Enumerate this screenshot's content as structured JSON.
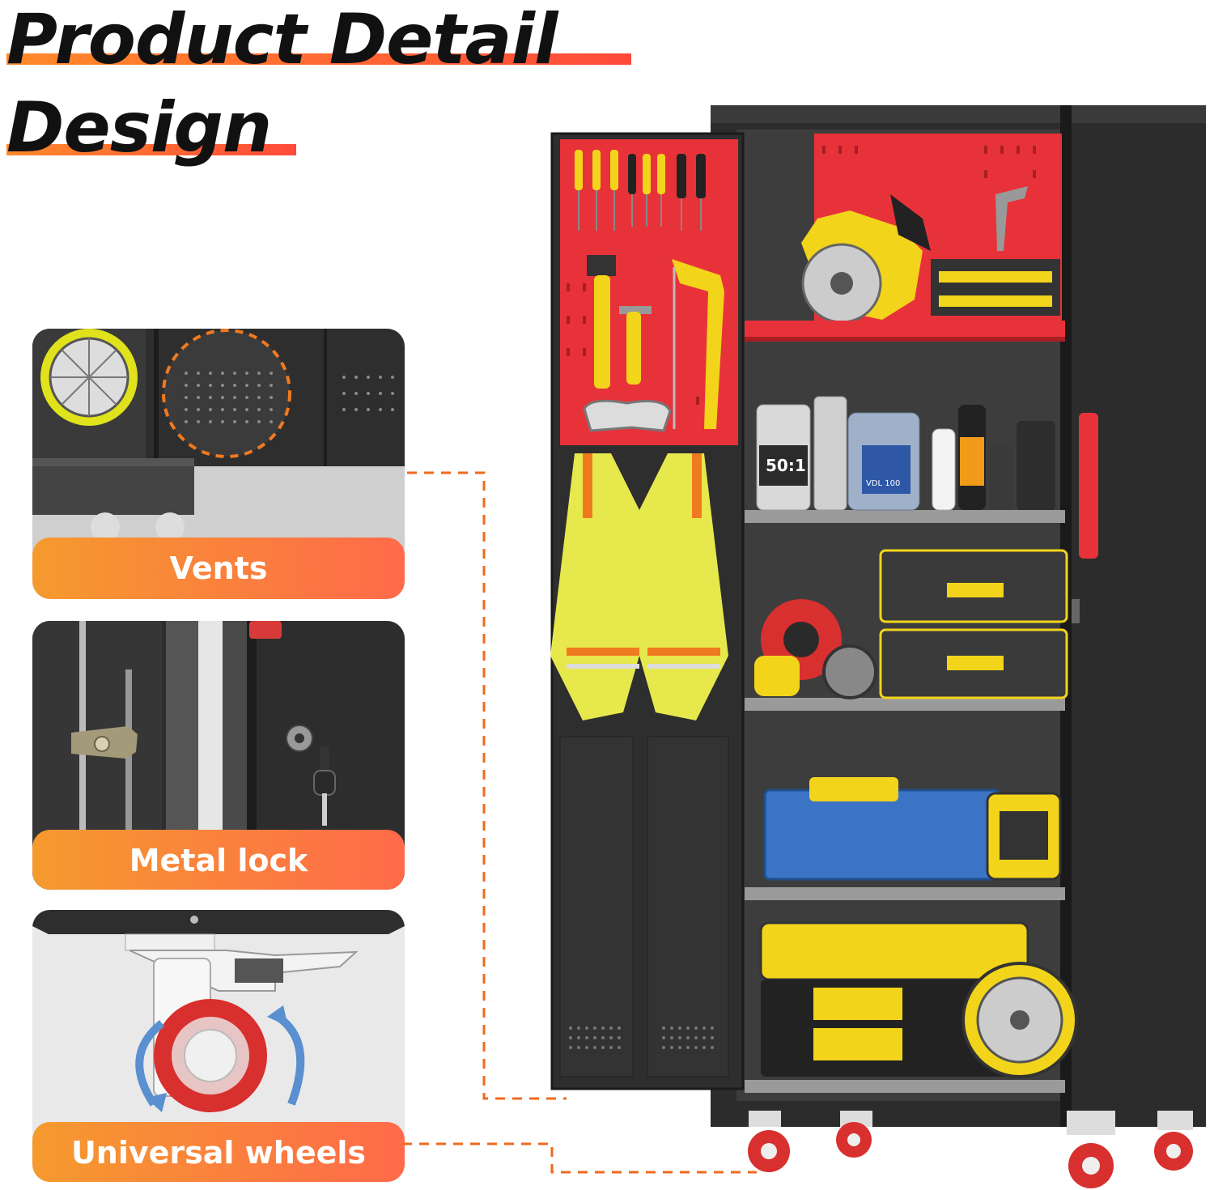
{
  "title": {
    "line1": "Product Detail",
    "line2": "Design"
  },
  "features": [
    {
      "label": "Vents"
    },
    {
      "label": "Metal lock"
    },
    {
      "label": "Universal wheels"
    }
  ],
  "colors": {
    "accent_start": "#f59a2e",
    "accent_end": "#ff6a4a",
    "cabinet_body": "#2c2c2c",
    "pegboard": "#e8323a"
  },
  "product_labels": {
    "bottle_1": "50:1",
    "bottle_2": "VDL 100"
  }
}
